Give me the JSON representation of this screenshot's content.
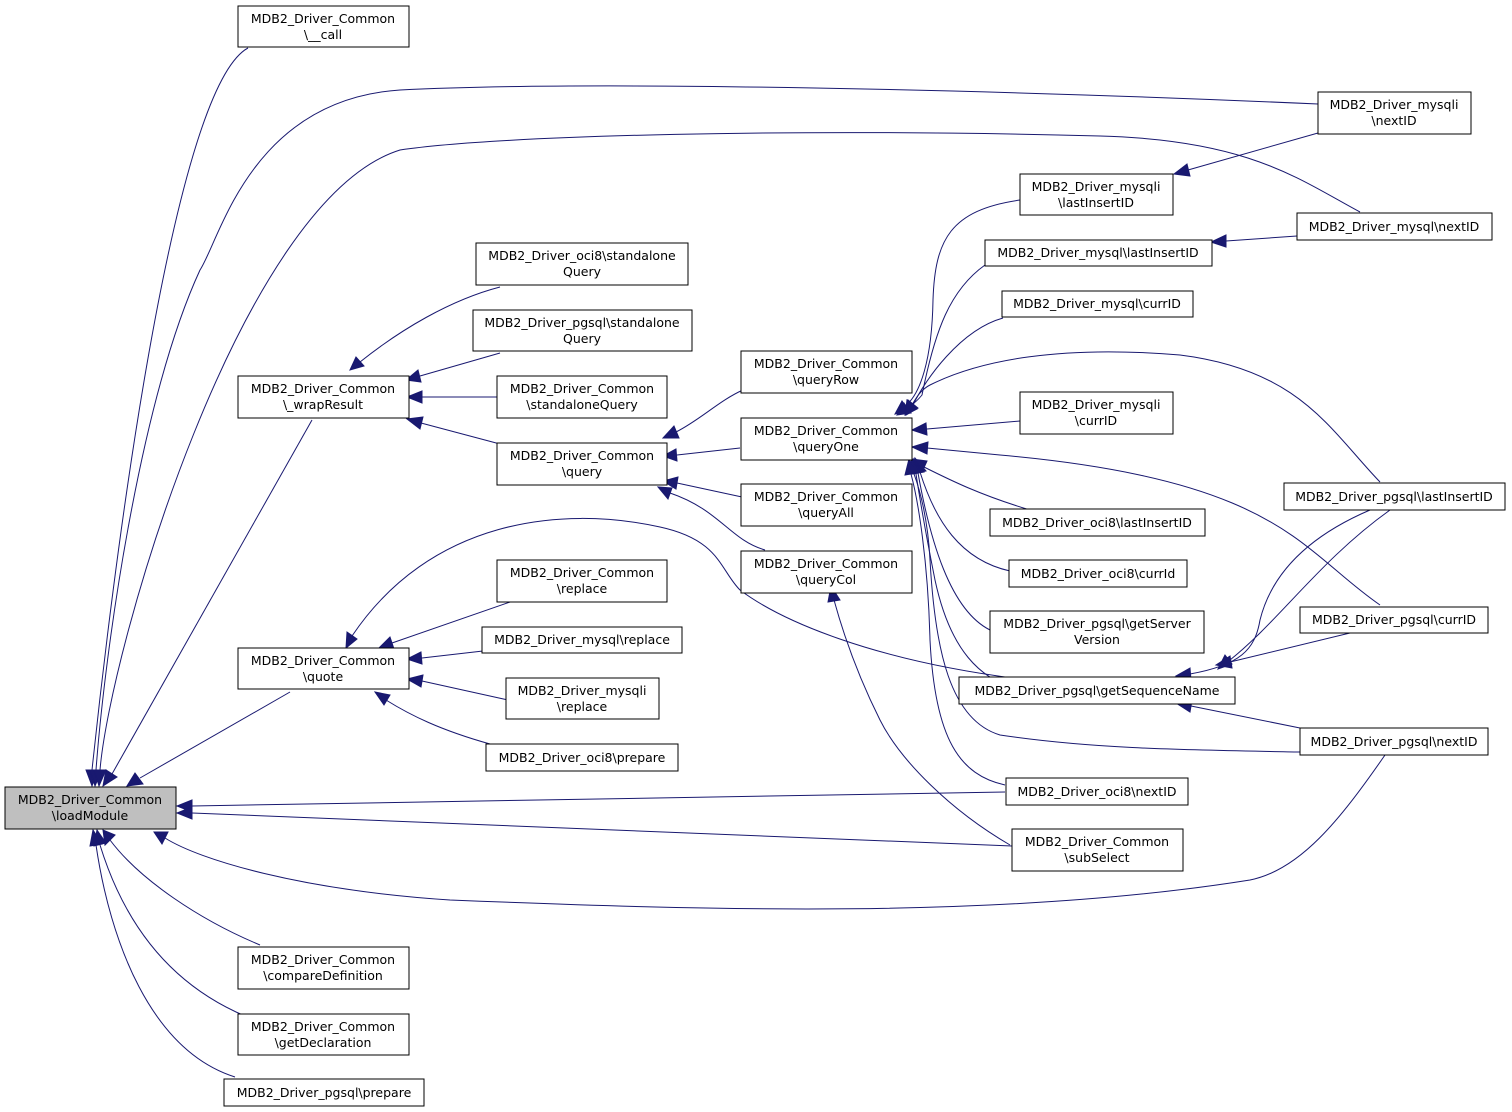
{
  "colors": {
    "edge": "#191970",
    "node_border": "#000000",
    "node_fill": "#ffffff",
    "focus_fill": "#bfbfbf"
  },
  "nodes": {
    "load_module": [
      "MDB2_Driver_Common",
      "\\loadModule"
    ],
    "call": [
      "MDB2_Driver_Common",
      "\\__call"
    ],
    "wrap_result": [
      "MDB2_Driver_Common",
      "\\_wrapResult"
    ],
    "quote": [
      "MDB2_Driver_Common",
      "\\quote"
    ],
    "compare_definition": [
      "MDB2_Driver_Common",
      "\\compareDefinition"
    ],
    "get_declaration": [
      "MDB2_Driver_Common",
      "\\getDeclaration"
    ],
    "pgsql_prepare": [
      "MDB2_Driver_pgsql\\prepare"
    ],
    "oci8_standalone_query": [
      "MDB2_Driver_oci8\\standalone",
      "Query"
    ],
    "pgsql_standalone_query": [
      "MDB2_Driver_pgsql\\standalone",
      "Query"
    ],
    "common_standalone_query": [
      "MDB2_Driver_Common",
      "\\standaloneQuery"
    ],
    "query": [
      "MDB2_Driver_Common",
      "\\query"
    ],
    "common_replace": [
      "MDB2_Driver_Common",
      "\\replace"
    ],
    "mysql_replace": [
      "MDB2_Driver_mysql\\replace"
    ],
    "mysqli_replace": [
      "MDB2_Driver_mysqli",
      "\\replace"
    ],
    "oci8_prepare": [
      "MDB2_Driver_oci8\\prepare"
    ],
    "query_row": [
      "MDB2_Driver_Common",
      "\\queryRow"
    ],
    "query_one": [
      "MDB2_Driver_Common",
      "\\queryOne"
    ],
    "query_all": [
      "MDB2_Driver_Common",
      "\\queryAll"
    ],
    "query_col": [
      "MDB2_Driver_Common",
      "\\queryCol"
    ],
    "mysqli_last_insert_id": [
      "MDB2_Driver_mysqli",
      "\\lastInsertID"
    ],
    "mysql_last_insert_id": [
      "MDB2_Driver_mysql\\lastInsertID"
    ],
    "mysql_curr_id": [
      "MDB2_Driver_mysql\\currID"
    ],
    "mysqli_curr_id": [
      "MDB2_Driver_mysqli",
      "\\currID"
    ],
    "oci8_last_insert_id": [
      "MDB2_Driver_oci8\\lastInsertID"
    ],
    "oci8_curr_id": [
      "MDB2_Driver_oci8\\currId"
    ],
    "pgsql_get_server_version": [
      "MDB2_Driver_pgsql\\getServer",
      "Version"
    ],
    "pgsql_get_sequence_name": [
      "MDB2_Driver_pgsql\\getSequenceName"
    ],
    "oci8_next_id": [
      "MDB2_Driver_oci8\\nextID"
    ],
    "sub_select": [
      "MDB2_Driver_Common",
      "\\subSelect"
    ],
    "mysqli_next_id": [
      "MDB2_Driver_mysqli",
      "\\nextID"
    ],
    "mysql_next_id": [
      "MDB2_Driver_mysql\\nextID"
    ],
    "pgsql_last_insert_id": [
      "MDB2_Driver_pgsql\\lastInsertID"
    ],
    "pgsql_curr_id": [
      "MDB2_Driver_pgsql\\currID"
    ],
    "pgsql_next_id": [
      "MDB2_Driver_pgsql\\nextID"
    ]
  }
}
